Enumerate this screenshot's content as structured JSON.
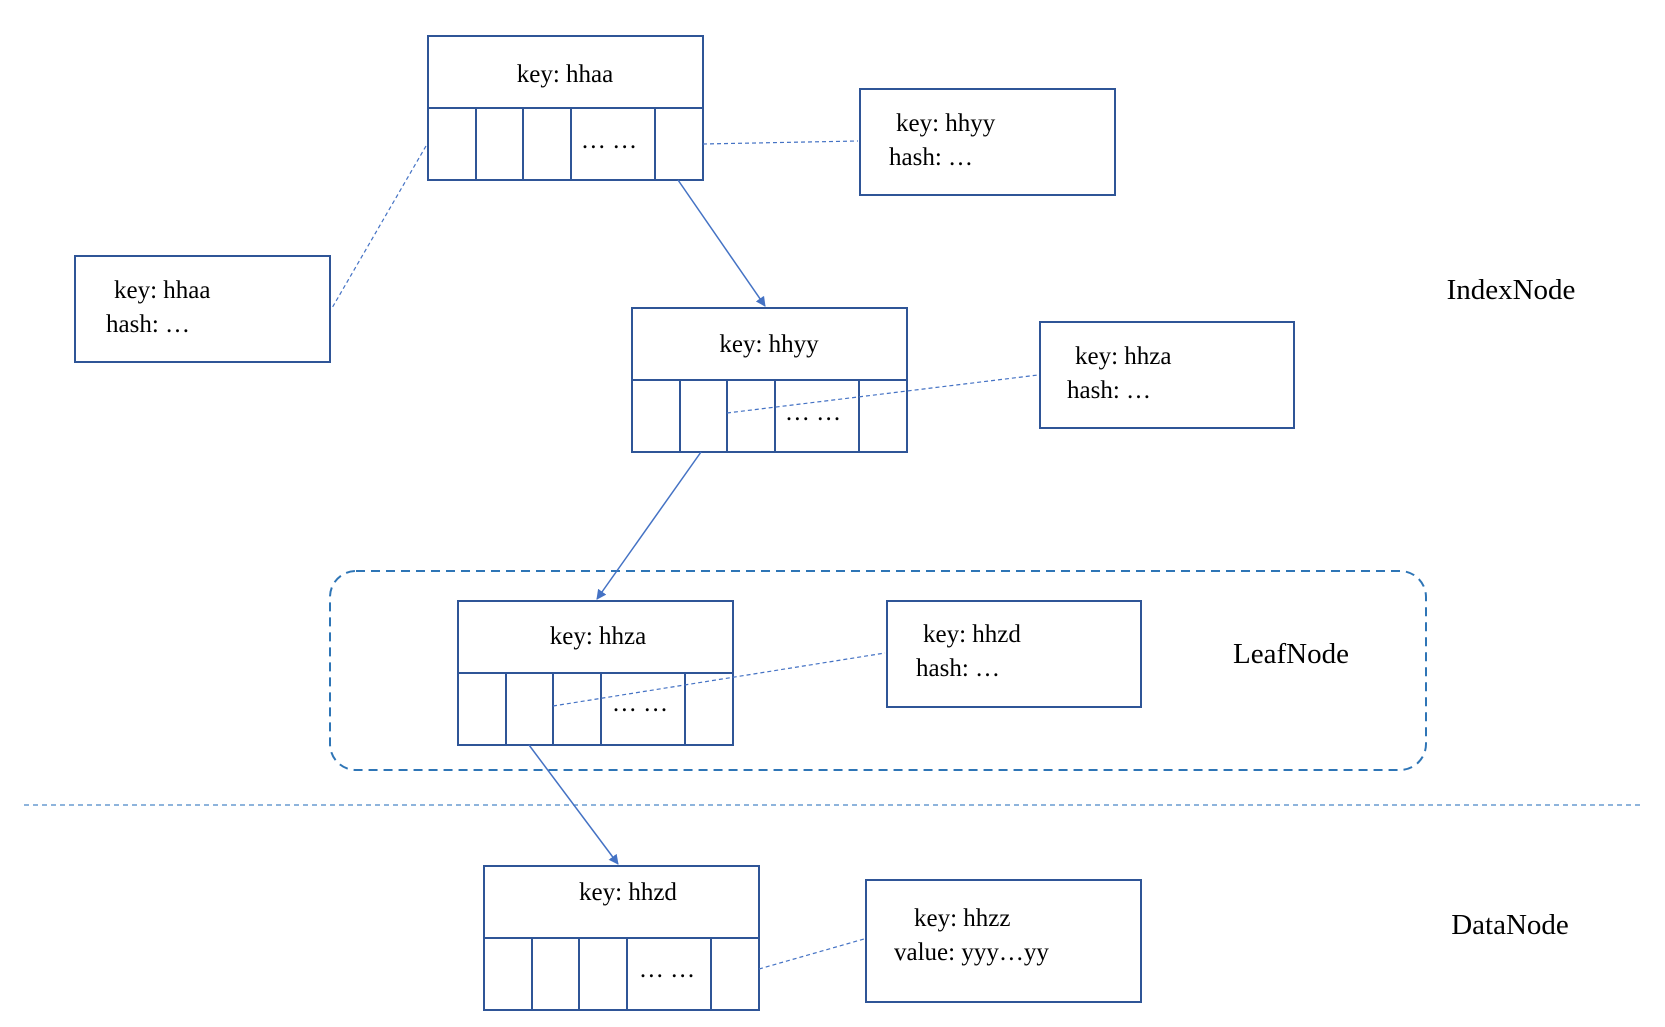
{
  "nodes": [
    {
      "id": "root",
      "key": "key: hhaa",
      "dots": "… …"
    },
    {
      "id": "index2",
      "key": "key: hhyy",
      "dots": "… …"
    },
    {
      "id": "leaf",
      "key": "key: hhza",
      "dots": "… …"
    },
    {
      "id": "data",
      "key": "key: hhzd",
      "dots": "… …"
    }
  ],
  "entries": [
    {
      "id": "entry-hhyy",
      "line1": "key: hhyy",
      "line2": "hash: …"
    },
    {
      "id": "entry-hhaa",
      "line1": "key: hhaa",
      "line2": "hash: …"
    },
    {
      "id": "entry-hhza",
      "line1": "key: hhza",
      "line2": "hash: …"
    },
    {
      "id": "entry-hhzd",
      "line1": "key: hhzd",
      "line2": "hash: …"
    },
    {
      "id": "entry-hhzz",
      "line1": "key: hhzz",
      "line2": "value: yyy…yy"
    }
  ],
  "levels": {
    "index": "IndexNode",
    "leaf": "LeafNode",
    "data": "DataNode"
  },
  "colors": {
    "box_stroke": "#2f5597",
    "connector": "#4472c4"
  }
}
